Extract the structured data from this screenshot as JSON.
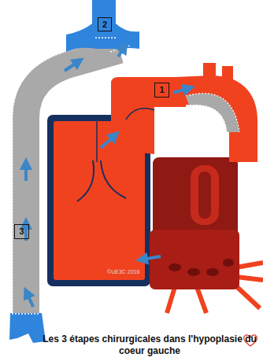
{
  "diagram": {
    "caption": "Les 3 étapes chirurgicales dans l'hypoplasie du coeur gauche",
    "nodes": [
      {
        "text": [
          "2"
        ]
      },
      {
        "text": [
          "1"
        ]
      },
      {
        "text": [
          "3"
        ]
      }
    ],
    "labels": [
      "©UE3C 2016"
    ]
  }
}
